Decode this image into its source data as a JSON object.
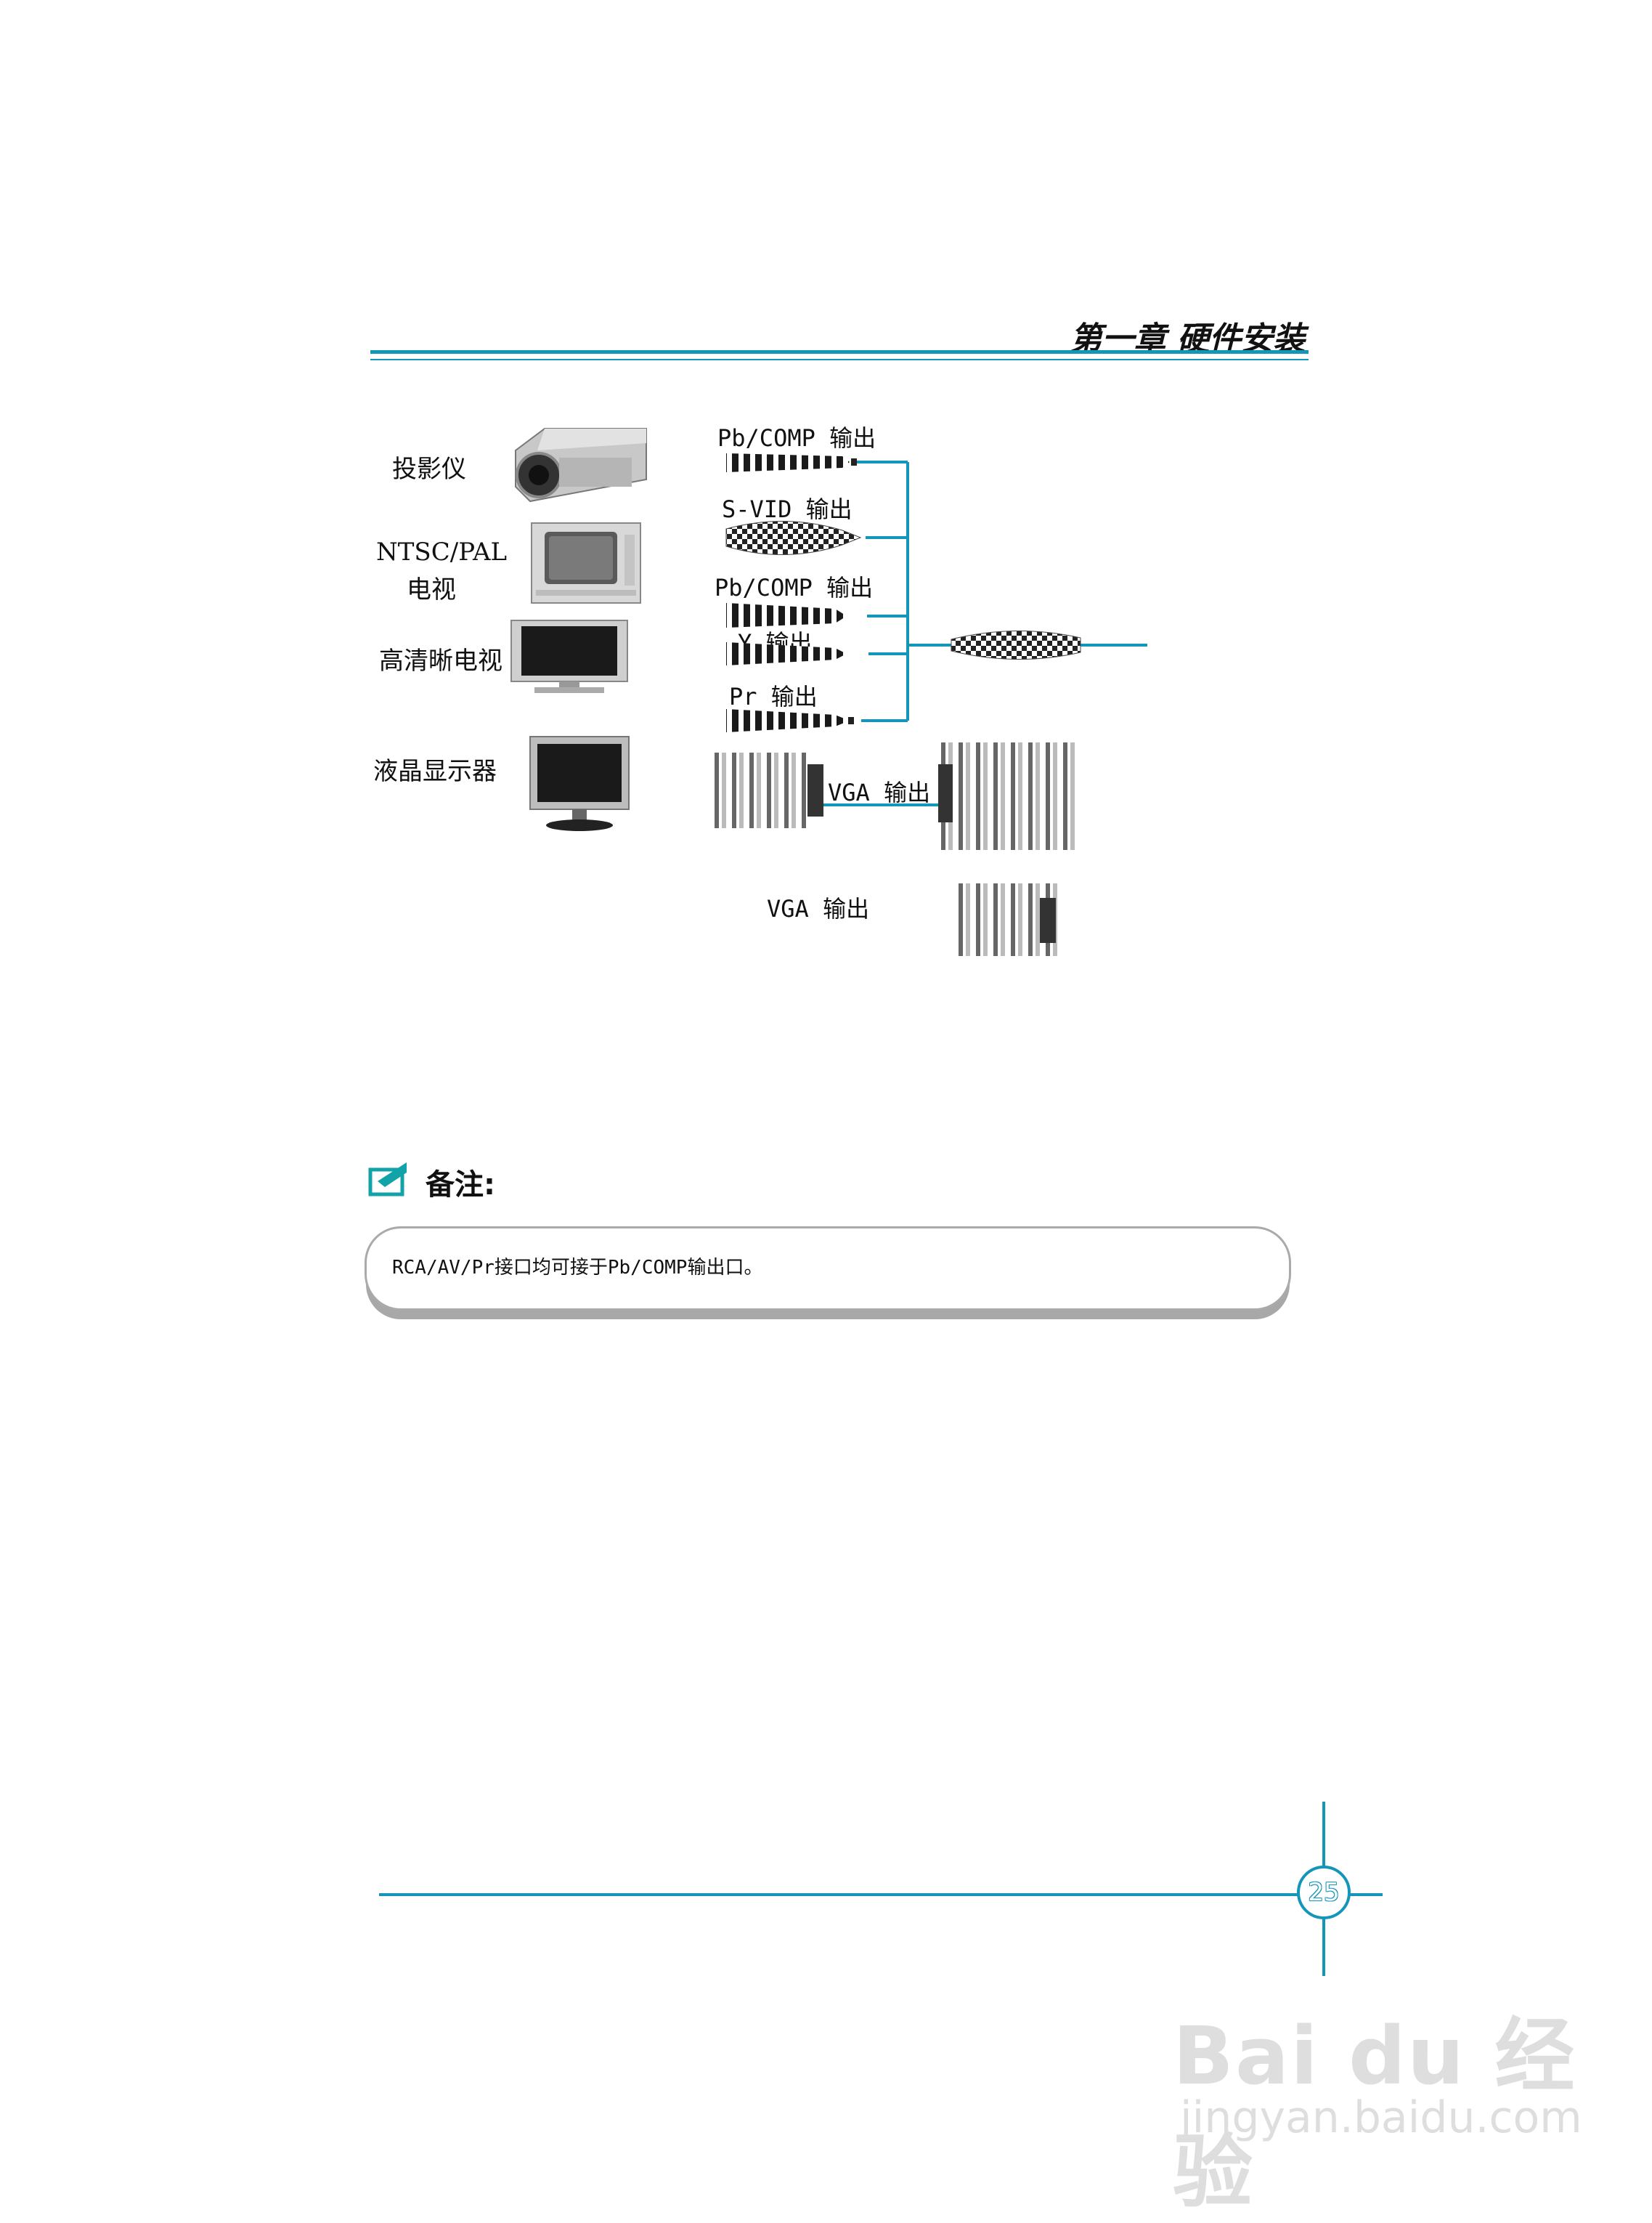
{
  "header": {
    "chapter_title": "第一章  硬件安装"
  },
  "devices": {
    "projector": "投影仪",
    "tv_line1": "NTSC/PAL",
    "tv_line2": "电视",
    "hdtv": "高清晰电视",
    "lcd": "液晶显示器"
  },
  "ports": {
    "pb_comp_1": "Pb/COMP 输出",
    "s_vid": "S-VID 输出",
    "pb_comp_2": "Pb/COMP 输出",
    "y_out": "Y 输出",
    "pr_out": "Pr 输出",
    "vga_1": "VGA 输出",
    "vga_2": "VGA 输出"
  },
  "note": {
    "title": "备注:",
    "text": "RCA/AV/Pr接口均可接于Pb/COMP输出口。"
  },
  "footer": {
    "page_number": "25"
  },
  "watermark": {
    "logo": "Bai du 经验",
    "url": "jingyan.baidu.com"
  },
  "colors": {
    "accent": "#1496b8"
  }
}
